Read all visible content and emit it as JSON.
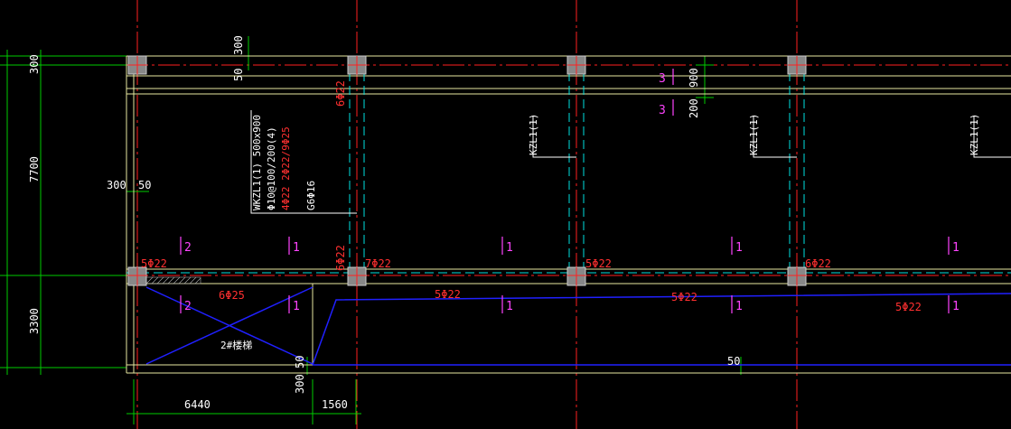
{
  "dimensions": {
    "top_300": "300",
    "top_50": "50",
    "left_300_top": "300",
    "left_7700": "7700",
    "left_3300": "3300",
    "mid_300": "300",
    "mid_50": "50",
    "bottom_6440": "6440",
    "bottom_1560": "1560",
    "bottom_300": "300",
    "bottom_50": "50",
    "right_900": "900",
    "right_200": "200",
    "bottom_mid_50": "50"
  },
  "beam_annotation": {
    "line1": "WKZL1(1) 500x900",
    "line2": "Φ10@100/200(4)",
    "line3": "4Φ22 2Φ22/9Φ25",
    "line4": "G6Φ16"
  },
  "rebar_labels": {
    "col_top": "6Φ22",
    "col_bottom": "6Φ22",
    "left_top": "5Φ22",
    "mid_7": "7Φ22",
    "b3": "5Φ22",
    "b4": "6Φ22",
    "lower_6": "6Φ25",
    "lower_5a": "5Φ22",
    "lower_5b": "5Φ22",
    "lower_5c": "5Φ22"
  },
  "section_marks": {
    "s2a": "2",
    "s1a": "1",
    "s1b": "1",
    "s1c": "1",
    "s1d": "1",
    "s2b": "2",
    "s1e": "1",
    "s1f": "1",
    "s1g": "1",
    "s1h": "1",
    "s3a": "3",
    "s3b": "3"
  },
  "kzl_labels": [
    "KZL1(1)",
    "KZL1(1)",
    "KZL1(1)"
  ],
  "stair_label": "2#楼梯",
  "colors": {
    "background": "#000000",
    "axis_red": "#ff2020",
    "axis_green": "#00cc00",
    "beam_yellow": "#e8e8a0",
    "cyan_dash": "#00e0e0",
    "blue": "#2020ff",
    "magenta": "#ff44ff",
    "red_text": "#ff3030"
  }
}
